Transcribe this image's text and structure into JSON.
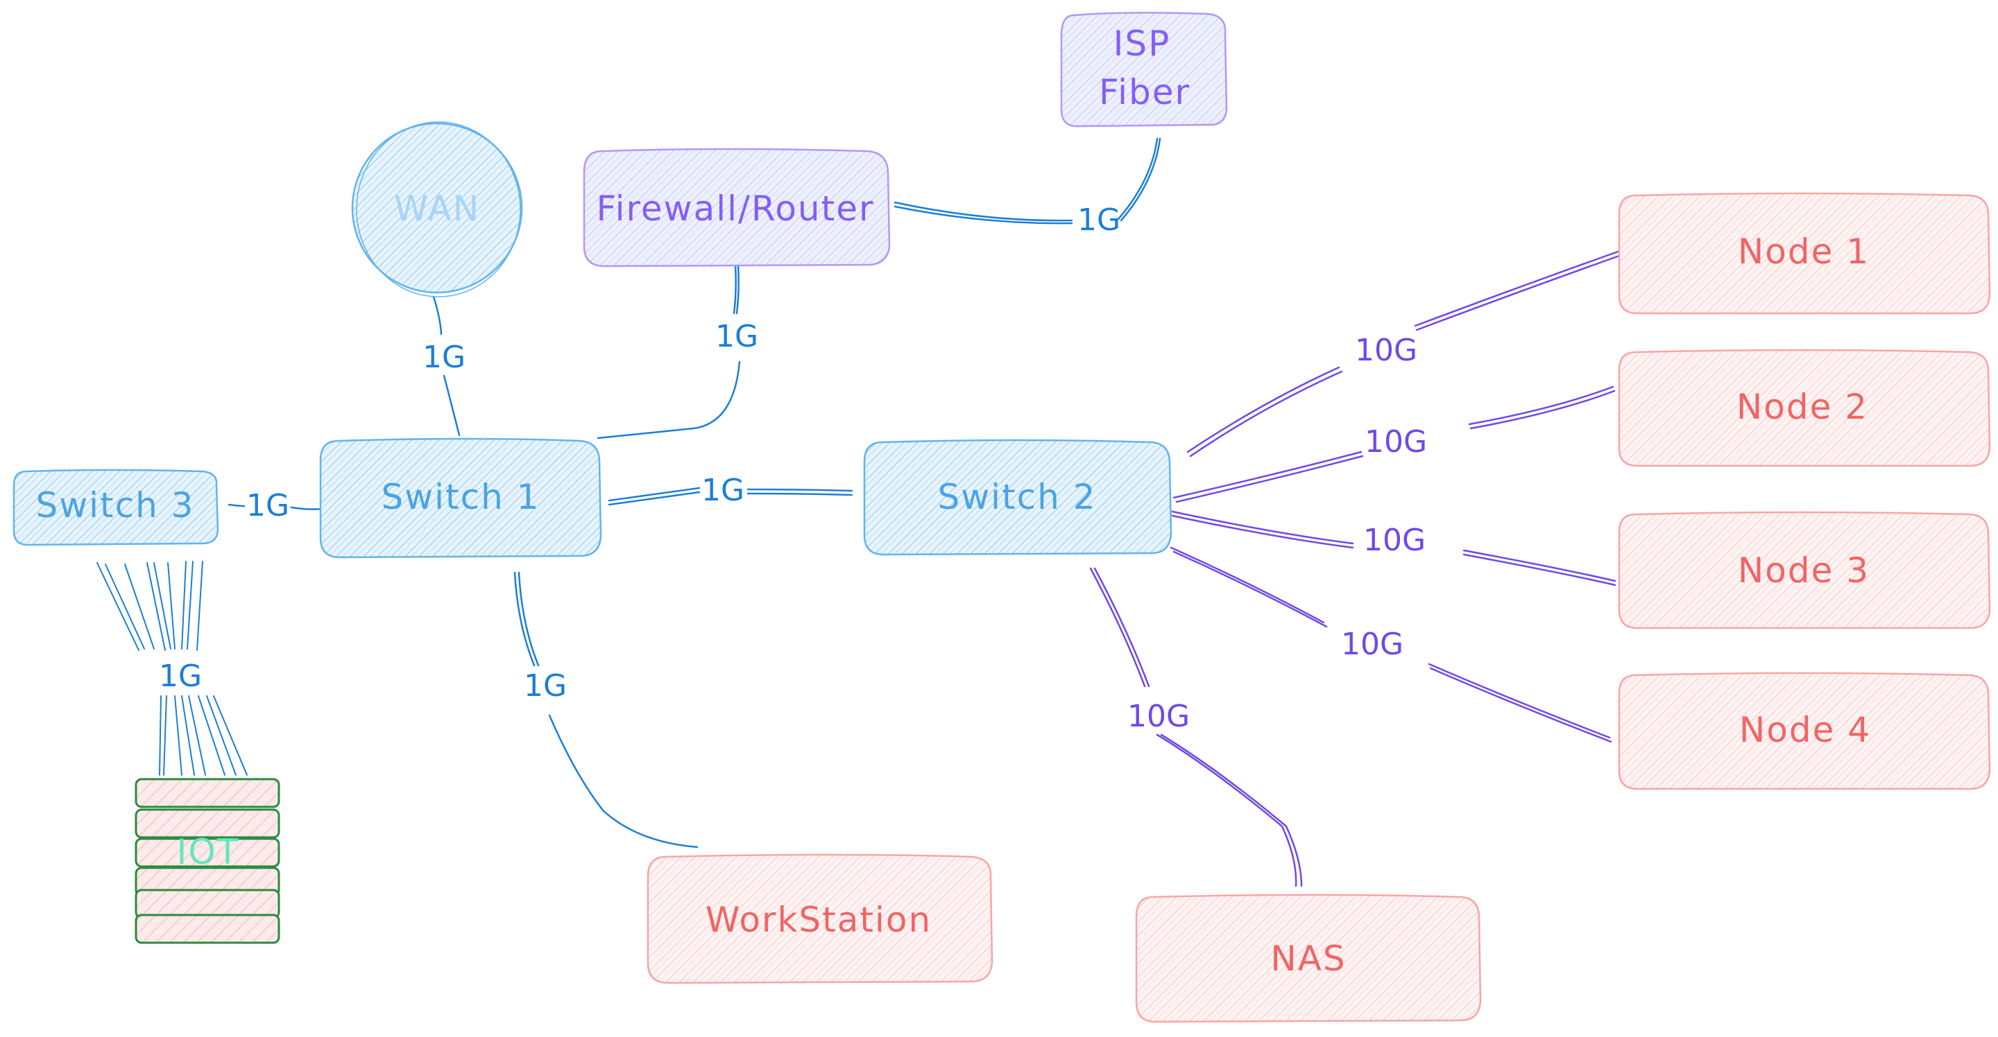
{
  "colors": {
    "blue_fill": "#dbeefb",
    "blue_stroke": "#63b3ed",
    "blue_text": "#4ba3e3",
    "blue_edge": "#1c7ed6",
    "purple_fill": "#e5e8fd",
    "purple_stroke": "#b197fc",
    "purple_text": "#845ef7",
    "purple_edge": "#7048e8",
    "red_fill": "#fde8e8",
    "red_stroke": "#f8a5a5",
    "red_text": "#f06565",
    "green_stroke": "#2b8a3e",
    "green_text": "#63e6be"
  },
  "nodes": {
    "isp": {
      "line1": "ISP",
      "line2": "Fiber",
      "color": "purple"
    },
    "firewall": {
      "label": "Firewall/Router",
      "color": "purple"
    },
    "wan": {
      "label": "WAN",
      "color": "blue"
    },
    "switch1": {
      "label": "Switch 1",
      "color": "blue"
    },
    "switch2": {
      "label": "Switch 2",
      "color": "blue"
    },
    "switch3": {
      "label": "Switch 3",
      "color": "blue"
    },
    "iot": {
      "label": "IOT",
      "color": "green",
      "icon": "server-stack-icon"
    },
    "workstation": {
      "label": "WorkStation",
      "color": "red"
    },
    "nas": {
      "label": "NAS",
      "color": "red"
    },
    "node1": {
      "label": "Node 1",
      "color": "red"
    },
    "node2": {
      "label": "Node 2",
      "color": "red"
    },
    "node3": {
      "label": "Node 3",
      "color": "red"
    },
    "node4": {
      "label": "Node 4",
      "color": "red"
    }
  },
  "links": {
    "firewall_isp": "1G",
    "firewall_switch1": "1G",
    "wan_switch1": "1G",
    "switch3_switch1": "1G",
    "switch1_switch2": "1G",
    "switch1_workstation": "1G",
    "switch3_iot": "1G",
    "switch2_node1": "10G",
    "switch2_node2": "10G",
    "switch2_node3": "10G",
    "switch2_node4": "10G",
    "switch2_nas": "10G"
  }
}
